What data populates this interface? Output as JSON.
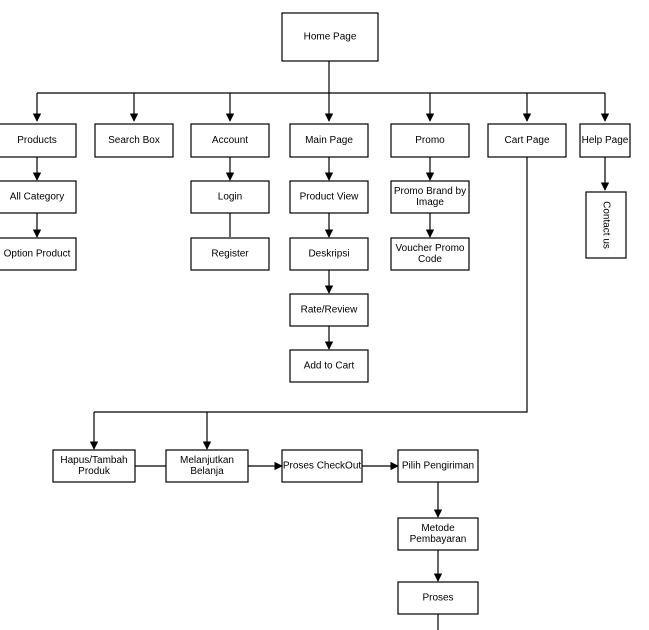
{
  "nodes": {
    "home": [
      "Home Page"
    ],
    "products": [
      "Products"
    ],
    "search": [
      "Search Box"
    ],
    "account": [
      "Account"
    ],
    "main": [
      "Main Page"
    ],
    "promo": [
      "Promo"
    ],
    "cart": [
      "Cart Page"
    ],
    "help": [
      "Help Page"
    ],
    "all_category": [
      "All Category"
    ],
    "option_product": [
      "Option Product"
    ],
    "login": [
      "Login"
    ],
    "register": [
      "Register"
    ],
    "product_view": [
      "Product View"
    ],
    "deskripsi": [
      "Deskripsi"
    ],
    "rate_review": [
      "Rate/Review"
    ],
    "add_to_cart": [
      "Add to Cart"
    ],
    "promo_brand": [
      "Promo Brand by",
      "Image"
    ],
    "voucher": [
      "Voucher Promo",
      "Code"
    ],
    "contact": [
      "Contact us"
    ],
    "hapus": [
      "Hapus/Tambah",
      "Produk"
    ],
    "melanjutkan": [
      "Melanjutkan",
      "Belanja"
    ],
    "checkout": [
      "Proses CheckOut"
    ],
    "pengiriman": [
      "Pilih Pengiriman"
    ],
    "metode": [
      "Metode",
      "Pembayaran"
    ],
    "proses": [
      "Proses"
    ]
  }
}
